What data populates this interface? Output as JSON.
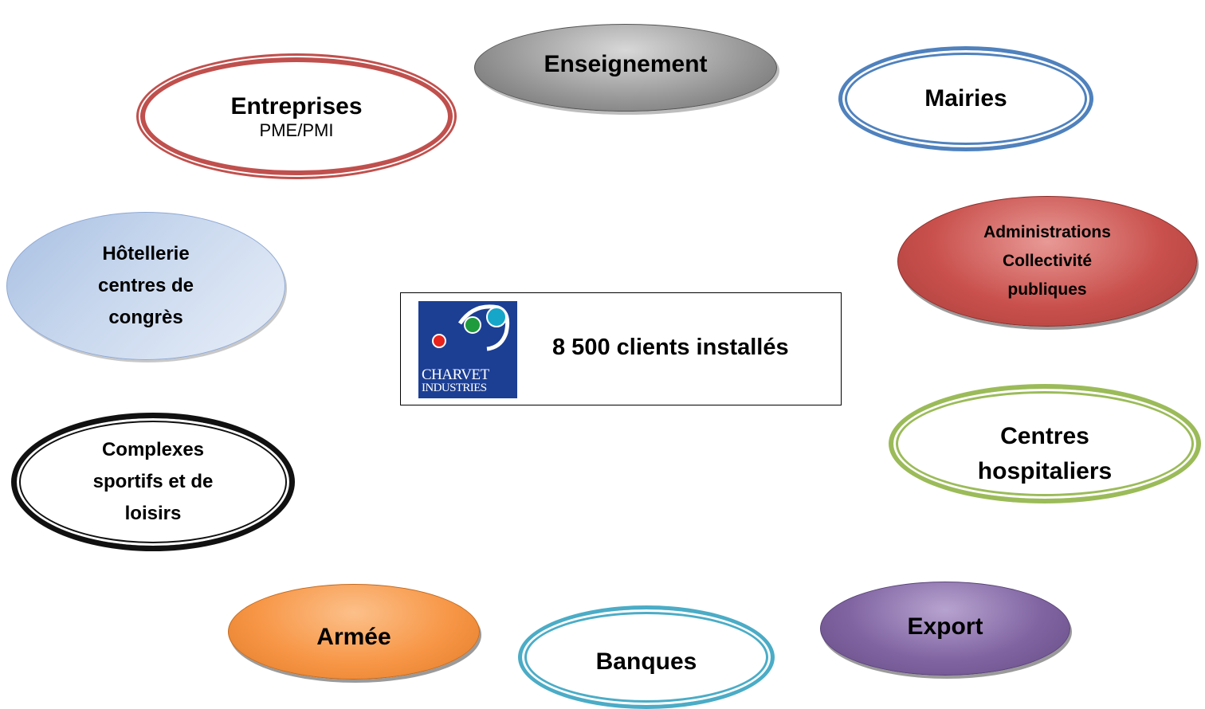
{
  "center": {
    "logo_line1": "CHARVET",
    "logo_line2": "INDUSTRIES",
    "clients_text": "8 500 clients installés"
  },
  "nodes": {
    "enseignement": "Enseignement",
    "entreprises": "Entreprises",
    "entreprises_sub": "PME/PMI",
    "mairies": "Mairies",
    "hotellerie_line1": "Hôtellerie",
    "hotellerie_line2": "centres de",
    "hotellerie_line3": "congrès",
    "administrations_line1": "Administrations",
    "administrations_line2": "Collectivité",
    "administrations_line3": "publiques",
    "hospitaliers_line1": "Centres",
    "hospitaliers_line2": "hospitaliers",
    "complexes_line1": "Complexes",
    "complexes_line2": "sportifs et de",
    "complexes_line3": "loisirs",
    "armee": "Armée",
    "banques": "Banques",
    "export": "Export"
  },
  "colors": {
    "red": "#c0504d",
    "blue": "#4f81bd",
    "green": "#9bbb59",
    "teal": "#4bacc6",
    "orange": "#f79646",
    "purple": "#8064a2",
    "grey": "#8c8c8c",
    "logo_blue": "#1c3f94"
  }
}
